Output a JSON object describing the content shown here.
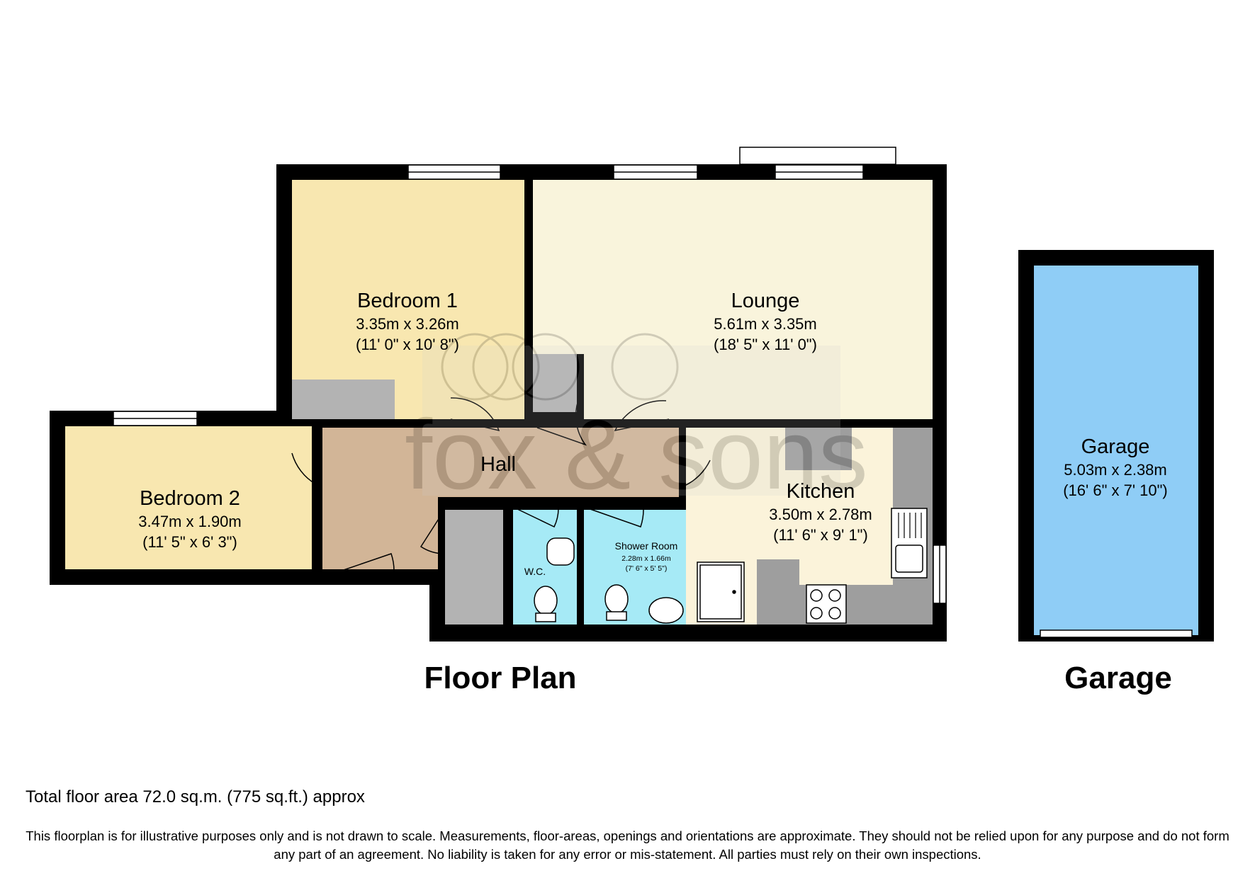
{
  "plans": {
    "floor_plan_title": "Floor Plan",
    "garage_title": "Garage"
  },
  "rooms": {
    "bedroom1": {
      "name": "Bedroom 1",
      "metric": "3.35m x 3.26m",
      "imperial": "(11' 0\" x 10' 8\")"
    },
    "lounge": {
      "name": "Lounge",
      "metric": "5.61m x 3.35m",
      "imperial": "(18' 5\" x 11' 0\")"
    },
    "bedroom2": {
      "name": "Bedroom 2",
      "metric": "3.47m x 1.90m",
      "imperial": "(11' 5\" x 6' 3\")"
    },
    "hall": {
      "name": "Hall"
    },
    "kitchen": {
      "name": "Kitchen",
      "metric": "3.50m x 2.78m",
      "imperial": "(11' 6\" x 9' 1\")"
    },
    "wc": {
      "name": "W.C."
    },
    "shower": {
      "name": "Shower Room",
      "metric": "2.28m x 1.66m",
      "imperial": "(7' 6\" x 5' 5\")"
    },
    "garage": {
      "name": "Garage",
      "metric": "5.03m x 2.38m",
      "imperial": "(16' 6\" x 7' 10\")"
    }
  },
  "watermark": "fox & sons",
  "footer": {
    "total_area": "Total floor area 72.0 sq.m. (775 sq.ft.) approx",
    "disclaimer": "This floorplan is for illustrative purposes only and is not drawn to scale. Measurements, floor-areas, openings and orientations are approximate. They should not be relied upon for any purpose and do not form any part of an agreement. No liability is taken for any error or mis-statement. All parties must rely on their own inspections."
  },
  "colors": {
    "wall": "#000000",
    "bedroom": "#f8e7b0",
    "lounge": "#f9f4dc",
    "hall": "#d2b597",
    "kitchen": "#fbf3da",
    "wet_room": "#a6eaf6",
    "garage": "#8fcdf6",
    "storage": "#b3b3b3"
  }
}
